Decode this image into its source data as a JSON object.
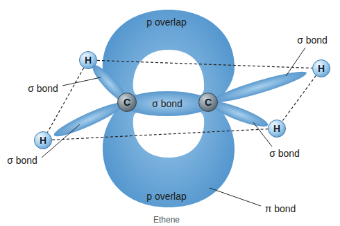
{
  "diagram": {
    "caption": "Ethene",
    "nodes": [
      {
        "text": [
          "H"
        ]
      },
      {
        "text": [
          "C"
        ]
      },
      {
        "text": [
          "C"
        ]
      },
      {
        "text": [
          "H"
        ]
      },
      {
        "text": [
          "H"
        ]
      },
      {
        "text": [
          "H"
        ]
      }
    ],
    "edges": [
      {
        "from": 0,
        "to": 3,
        "arrow": "none"
      },
      {
        "from": 0,
        "to": 4,
        "arrow": "none"
      },
      {
        "from": 3,
        "to": 5,
        "arrow": "none"
      },
      {
        "from": 4,
        "to": 5,
        "arrow": "none"
      }
    ],
    "labels": [
      "p overlap",
      "σ bond",
      "σ bond",
      "σ bond",
      "σ bond",
      "σ bond",
      "p overlap",
      "π bond"
    ]
  }
}
